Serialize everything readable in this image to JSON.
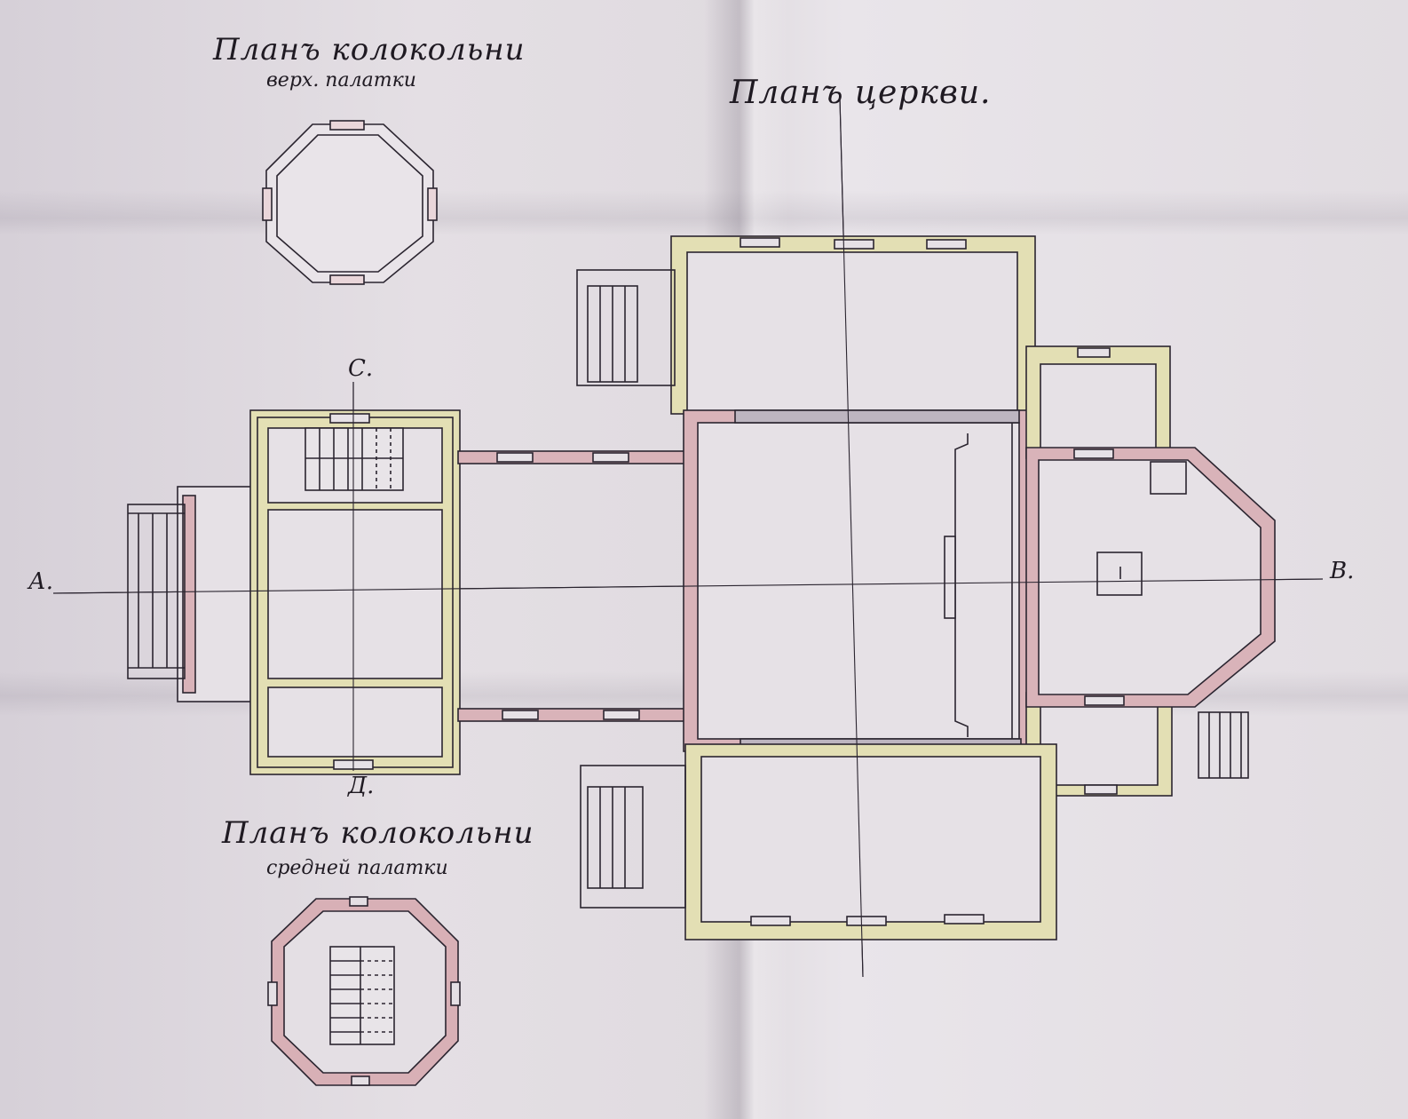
{
  "titles": {
    "bell_top": "Планъ колокольни",
    "bell_top_sub": "верх. палатки",
    "church": "Планъ церкви.",
    "bell_mid": "Планъ колокольни",
    "bell_mid_sub": "средней палатки"
  },
  "section_marks": {
    "a": "А.",
    "b": "В.",
    "c": "С.",
    "d": "Д."
  },
  "colors": {
    "paper": "#e2dde2",
    "ink": "#2b2530",
    "wall_pink": "#d9b3b9",
    "wall_yellow": "#e3dfb4",
    "wall_grey": "#bdb5c0"
  }
}
